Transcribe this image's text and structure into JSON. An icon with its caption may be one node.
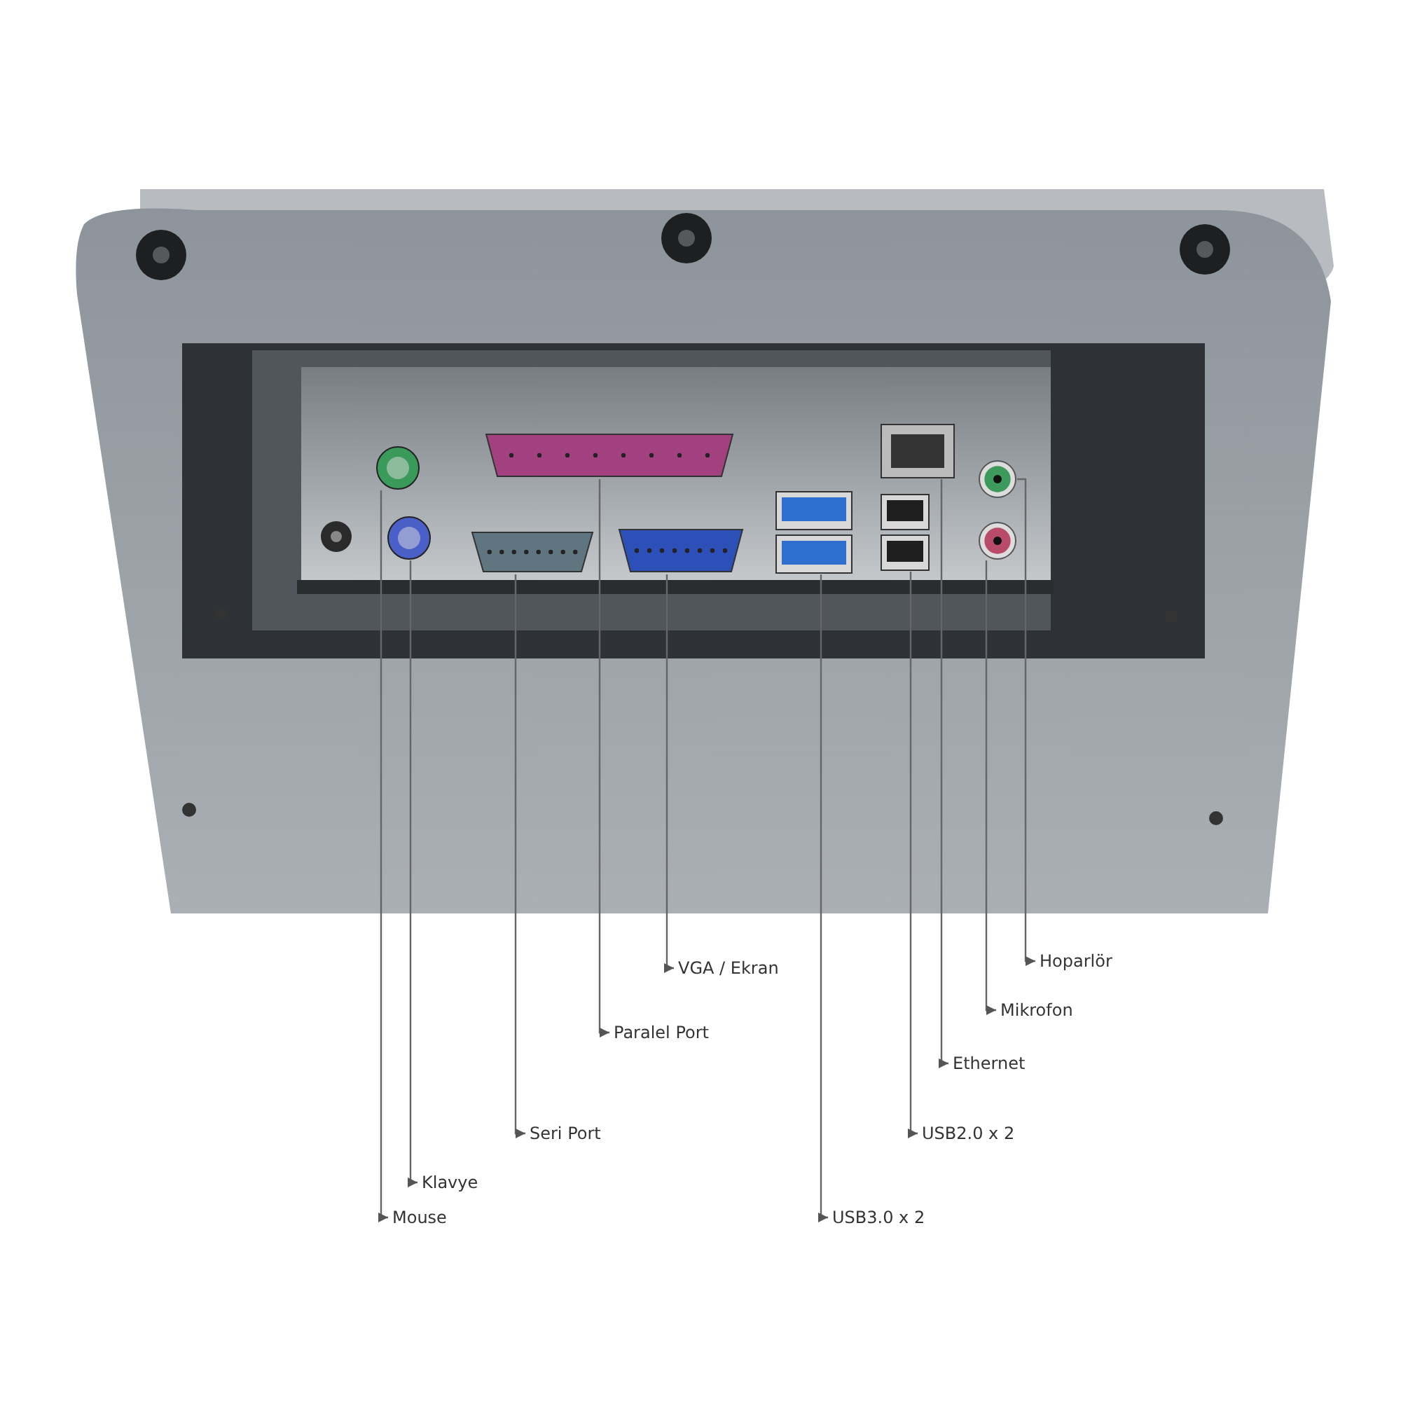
{
  "diagram": {
    "nodes": [
      {
        "text": [],
        "shape": "picture"
      },
      {
        "text": [],
        "shape": "picture"
      },
      {
        "text": [],
        "shape": "picture"
      },
      {
        "text": [],
        "shape": "picture"
      },
      {
        "text": [],
        "shape": "picture"
      },
      {
        "text": [],
        "shape": "picture"
      },
      {
        "text": [],
        "shape": "picture"
      },
      {
        "text": [],
        "shape": "picture"
      },
      {
        "text": [],
        "shape": "picture"
      },
      {
        "text": [],
        "shape": "picture"
      },
      {
        "text": [
          "VGA / Ekran"
        ]
      },
      {
        "text": [
          "Hoparlör"
        ]
      },
      {
        "text": [
          "Mikrofon"
        ]
      },
      {
        "text": [
          "Paralel Port"
        ]
      },
      {
        "text": [
          "Ethernet"
        ]
      },
      {
        "text": [
          "Seri Port"
        ]
      },
      {
        "text": [
          "USB2.0 x 2"
        ]
      },
      {
        "text": [
          "Klavye"
        ]
      },
      {
        "text": [
          "Mouse"
        ]
      },
      {
        "text": [
          "USB3.0 x 2"
        ]
      }
    ],
    "edges": [
      {
        "from": 0,
        "to": 18,
        "arrow": "to"
      },
      {
        "from": 1,
        "to": 17,
        "arrow": "to"
      },
      {
        "from": 2,
        "to": 15,
        "arrow": "to"
      },
      {
        "from": 3,
        "to": 13,
        "arrow": "to"
      },
      {
        "from": 4,
        "to": 10,
        "arrow": "to"
      },
      {
        "from": 5,
        "to": 19,
        "arrow": "to"
      },
      {
        "from": 6,
        "to": 14,
        "arrow": "to"
      },
      {
        "from": 7,
        "to": 16,
        "arrow": "to"
      },
      {
        "from": 8,
        "to": 11,
        "arrow": "to"
      },
      {
        "from": 9,
        "to": 12,
        "arrow": "to"
      }
    ]
  }
}
